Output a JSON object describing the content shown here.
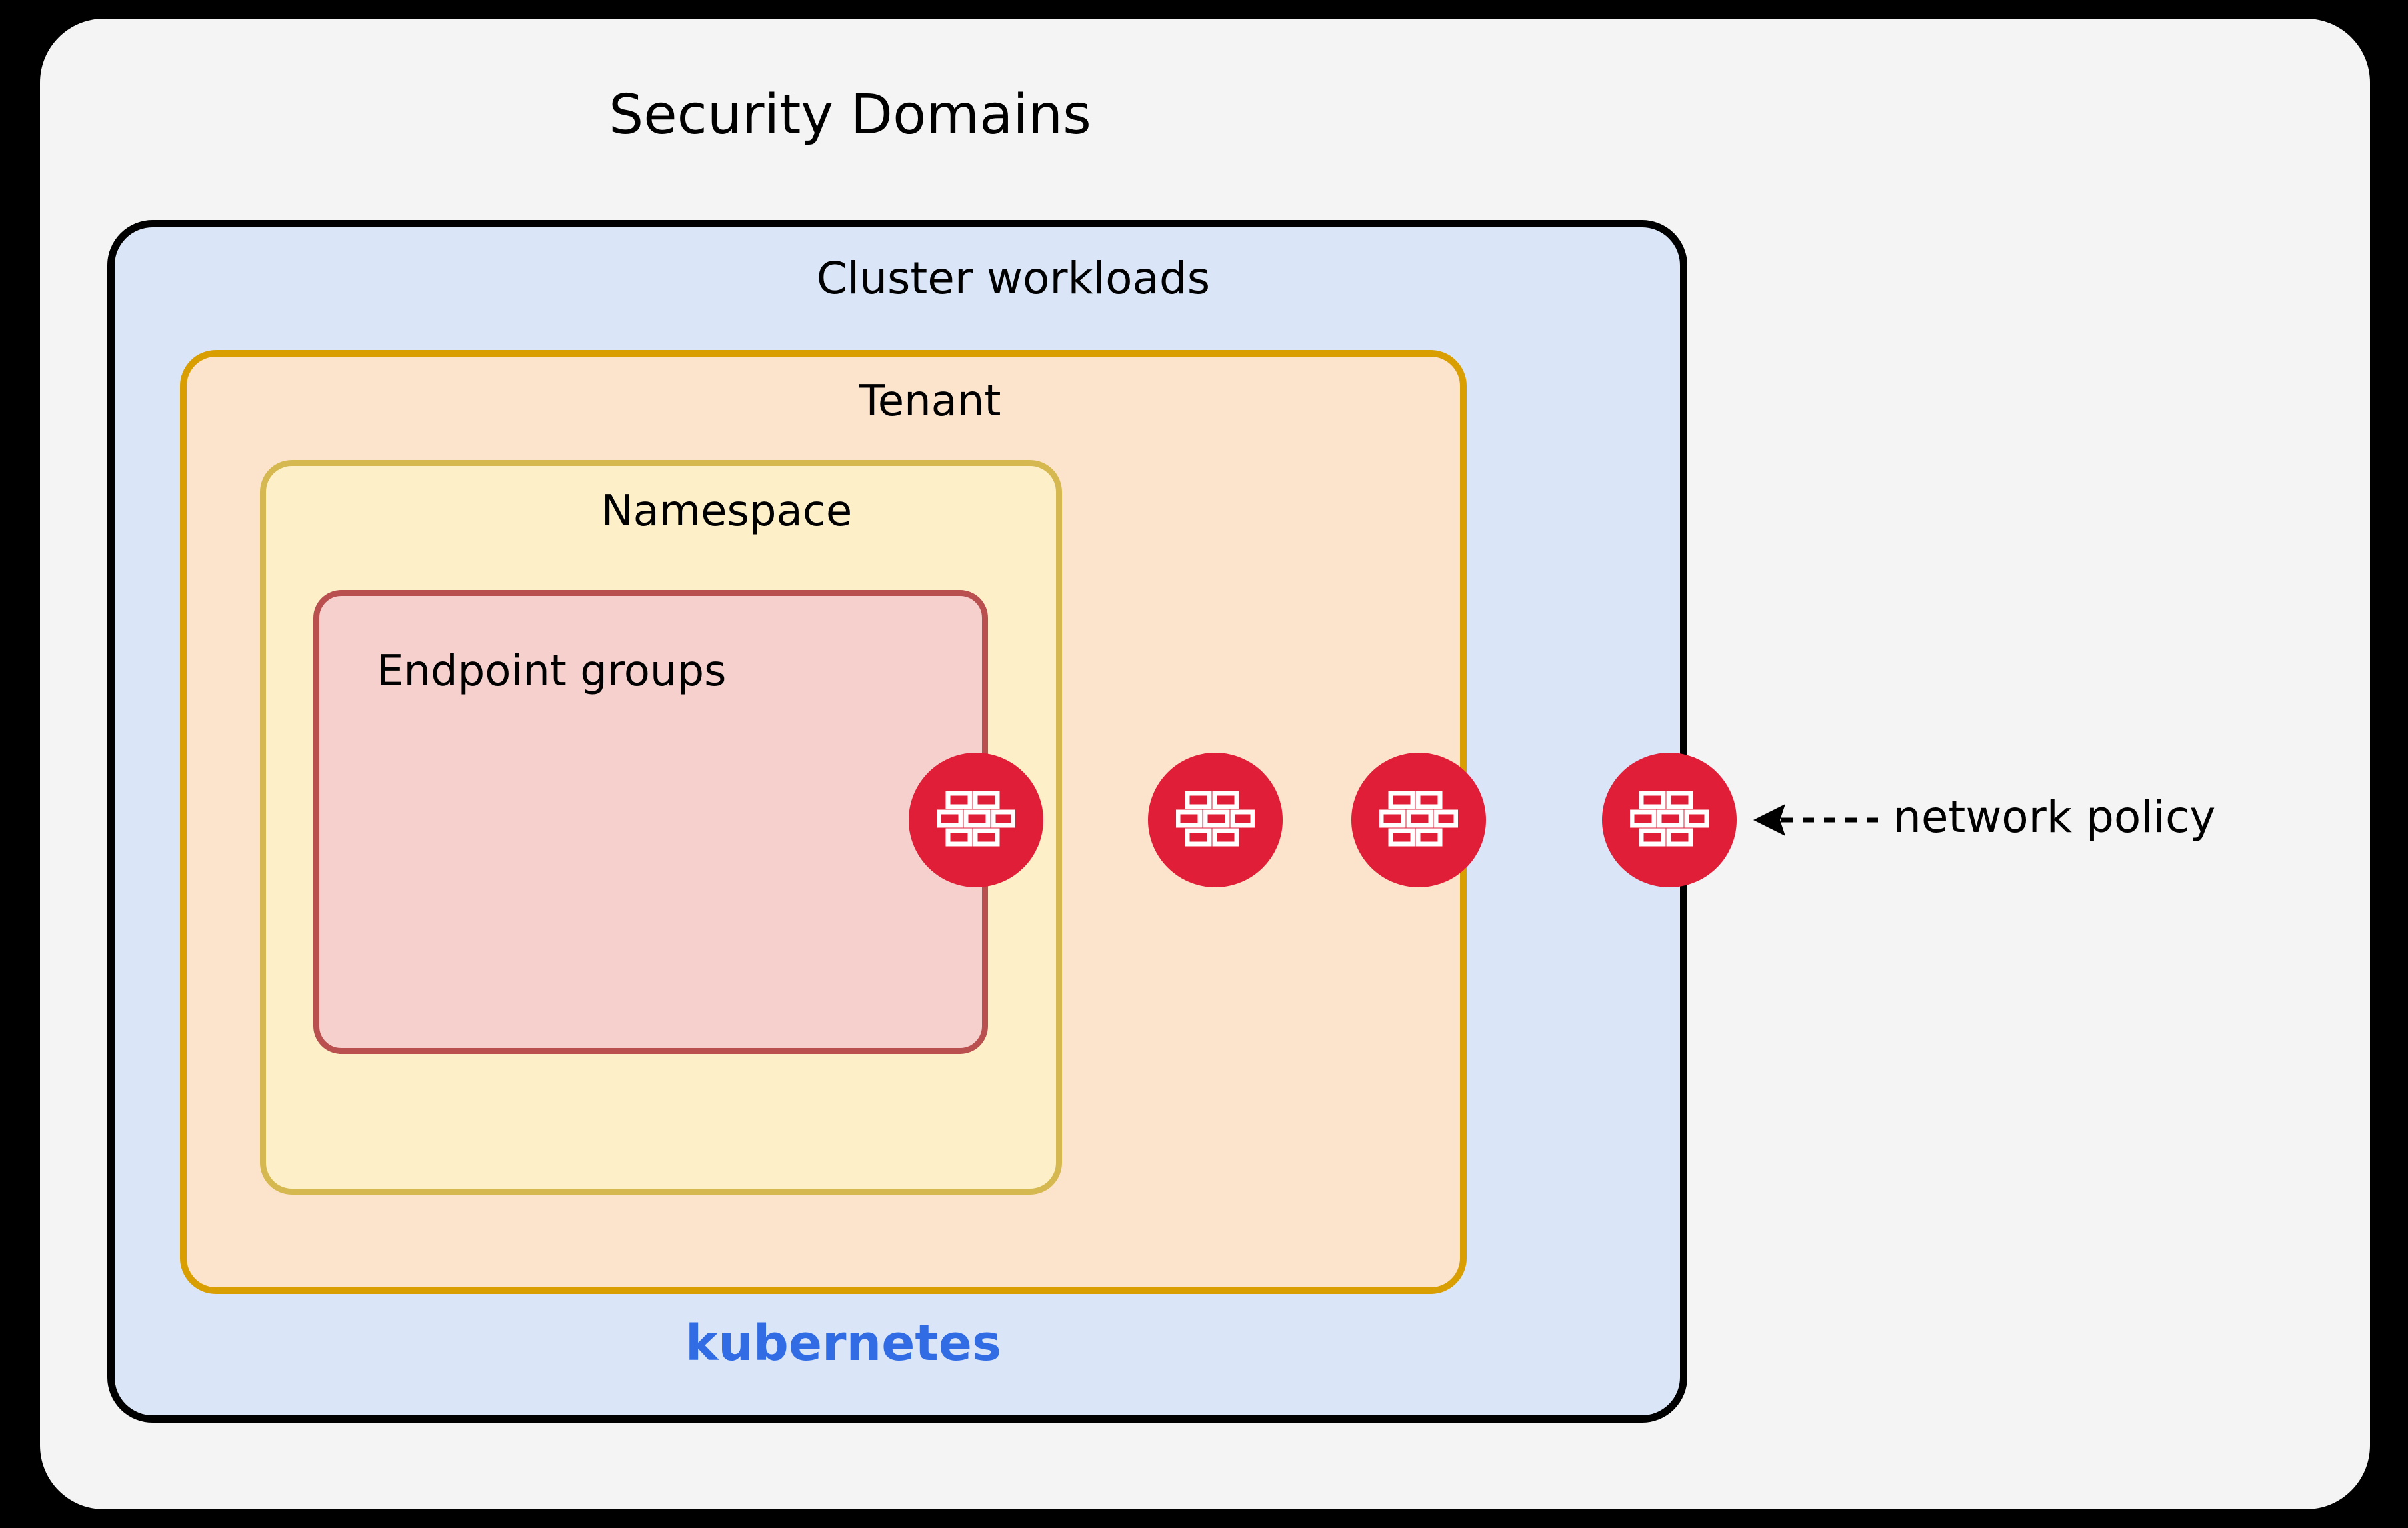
{
  "diagram": {
    "title": "Security Domains",
    "background_color": "#000000",
    "card_color": "#f4f4f4",
    "layers": [
      {
        "name": "security-domains",
        "label": "Security Domains",
        "fill": "#f4f4f4",
        "stroke": "#000000"
      },
      {
        "name": "cluster-workloads",
        "label": "Cluster workloads",
        "fill": "#dae6f8",
        "stroke": "#000000",
        "footer_label": "kubernetes",
        "footer_color": "#326ce5"
      },
      {
        "name": "tenant",
        "label": "Tenant",
        "fill": "#fce3cc",
        "stroke": "#d99e02"
      },
      {
        "name": "namespace",
        "label": "Namespace",
        "fill": "#fdf0c9",
        "stroke": "#d6b850"
      },
      {
        "name": "endpoint-groups",
        "label": "Endpoint groups",
        "fill": "#f6d0cd",
        "stroke": "#b9504f"
      }
    ],
    "markers": {
      "icon": "firewall-brick-wall-icon",
      "color": "#e01e37",
      "count": 4,
      "boundaries": [
        "endpoint-groups",
        "namespace",
        "tenant",
        "cluster-workloads"
      ]
    },
    "annotation": {
      "label": "network policy",
      "arrow": "dashed-left-arrow",
      "arrow_color": "#000000"
    }
  }
}
